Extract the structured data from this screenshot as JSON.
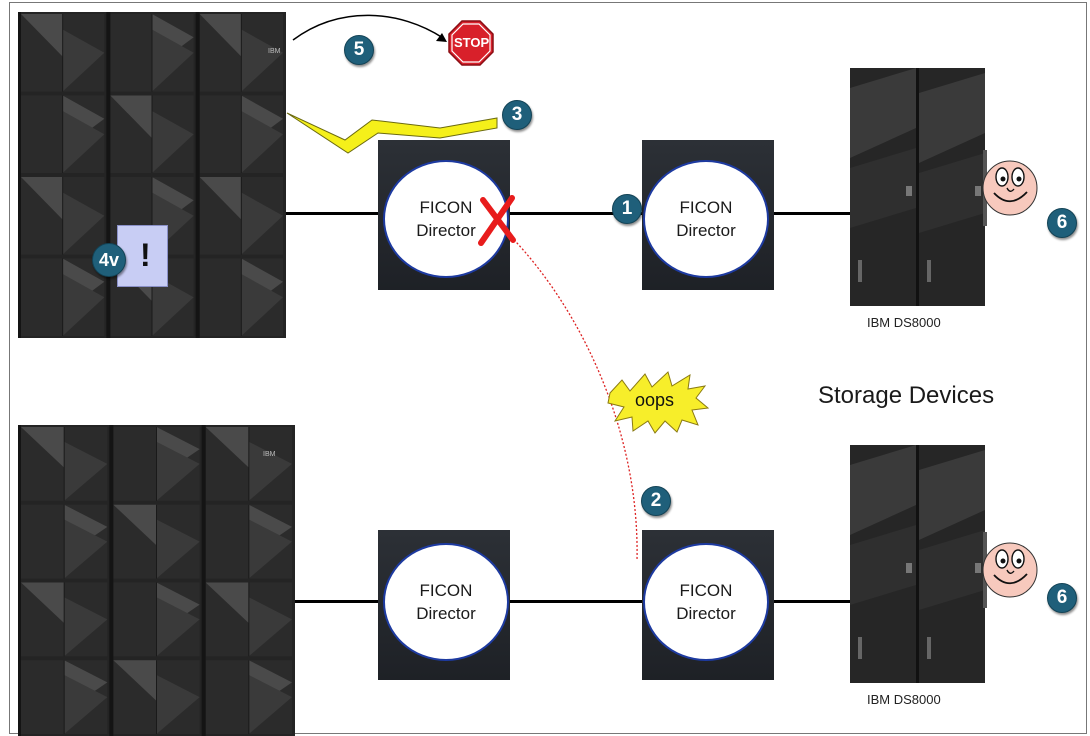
{
  "diagram": {
    "director_label_line1": "FICON",
    "director_label_line2": "Director",
    "storage_label": "IBM DS8000",
    "storage_heading": "Storage Devices",
    "stop_text": "STOP",
    "oops_text": "oops",
    "alert_mark": "!",
    "brand_mark": "IBM",
    "step_labels": {
      "s1": "1",
      "s2": "2",
      "s3": "3",
      "s4": "4v",
      "s5": "5",
      "s6a": "6",
      "s6b": "6"
    }
  },
  "colors": {
    "step_circle": "#1f5f7a",
    "stop_sign": "#d8202a",
    "lightning": "#f5f01a",
    "oops_burst": "#f7ee2a",
    "error_cross": "#e81c1c",
    "director_border": "#1d3aa0",
    "face": "#f7c9bd",
    "alert_box": "#c8cdf4"
  },
  "icons": {
    "mainframe": "mainframe-cabinet-icon",
    "storage": "storage-server-icon",
    "switch": "switch-box-icon",
    "stop": "stop-sign-icon",
    "lightning": "lightning-bolt-icon",
    "cross": "red-x-icon",
    "face": "smiley-face-icon",
    "burst": "explosion-burst-icon"
  }
}
